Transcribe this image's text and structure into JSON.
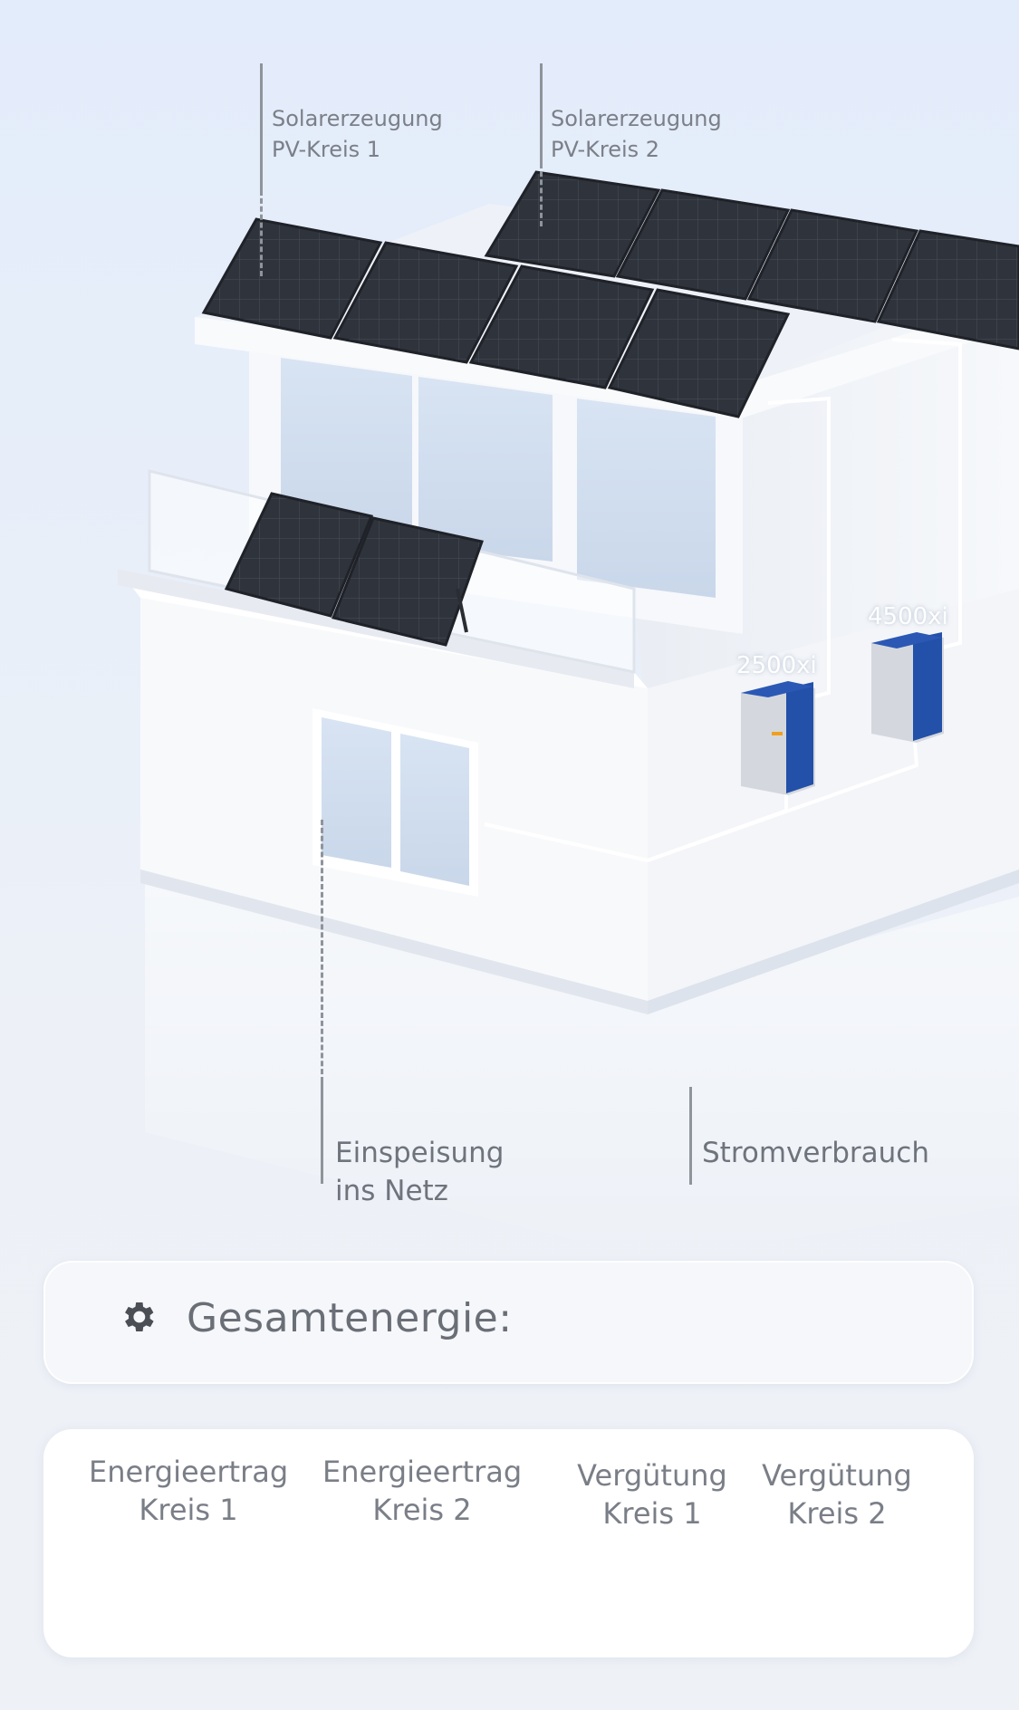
{
  "labels": {
    "pv1_line1": "Solarerzeugung",
    "pv1_line2": "PV-Kreis 1",
    "pv2_line1": "Solarerzeugung",
    "pv2_line2": "PV-Kreis 2",
    "inverter_small": "2500xi",
    "inverter_large": "4500xi",
    "grid_line1": "Einspeisung",
    "grid_line2": "ins Netz",
    "consumption": "Stromverbrauch"
  },
  "total_card": {
    "icon": "gear-icon",
    "title": "Gesamtenergie:"
  },
  "stats": [
    {
      "line1": "Energieertrag",
      "line2": "Kreis 1"
    },
    {
      "line1": "Energieertrag",
      "line2": "Kreis 2"
    },
    {
      "line1": "Vergütung",
      "line2": "Kreis 1"
    },
    {
      "line1": "Vergütung",
      "line2": "Kreis 2"
    }
  ],
  "colors": {
    "background": "#e6eefa",
    "panel": "#2f333c",
    "inverter_blue": "#2350a8",
    "wall": "#f4f6f9"
  }
}
